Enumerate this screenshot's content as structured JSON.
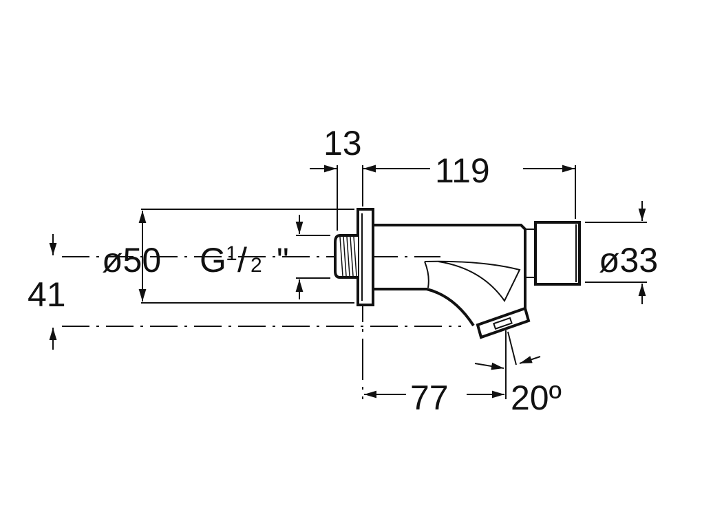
{
  "dimensions": {
    "nut_length": "13",
    "body_length": "119",
    "flange_diameter": "ø50",
    "thread": "G",
    "thread_fraction_num": "1",
    "thread_fraction_den": "2",
    "thread_inch": "\"",
    "height_offset": "41",
    "cap_diameter": "ø33",
    "spout_reach": "77",
    "spout_angle": "20º"
  },
  "colors": {
    "line": "#111111",
    "background": "#ffffff"
  }
}
